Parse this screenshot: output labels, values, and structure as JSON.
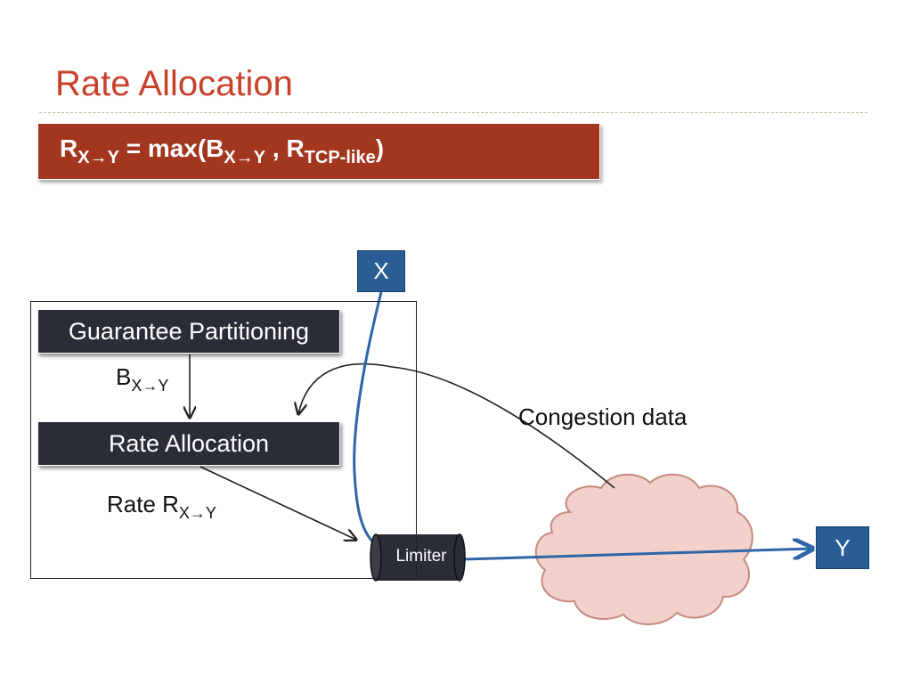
{
  "slide": {
    "title": "Rate Allocation"
  },
  "formula": {
    "lhs": "R",
    "lhs_sub": "X→Y",
    "eq": " = max(B",
    "b_sub": "X→Y",
    "comma": " , R",
    "r_sub": "TCP-like",
    "close": ")"
  },
  "diagram": {
    "guarantee_partitioning": "Guarantee Partitioning",
    "rate_allocation": "Rate Allocation",
    "b_label": "B",
    "b_label_sub": "X→Y",
    "rate_label": "Rate R",
    "rate_label_sub": "X→Y",
    "congestion_label": "Congestion data",
    "limiter_label": "Limiter",
    "node_x": "X",
    "node_y": "Y"
  },
  "colors": {
    "title": "#c8412a",
    "formula_bg": "#a2361f",
    "dark_box": "#2a2c38",
    "node_blue": "#2a5d93",
    "flow_line": "#2f66a8",
    "cloud_fill": "#f2d0cb",
    "cloud_stroke": "#c58a80"
  }
}
